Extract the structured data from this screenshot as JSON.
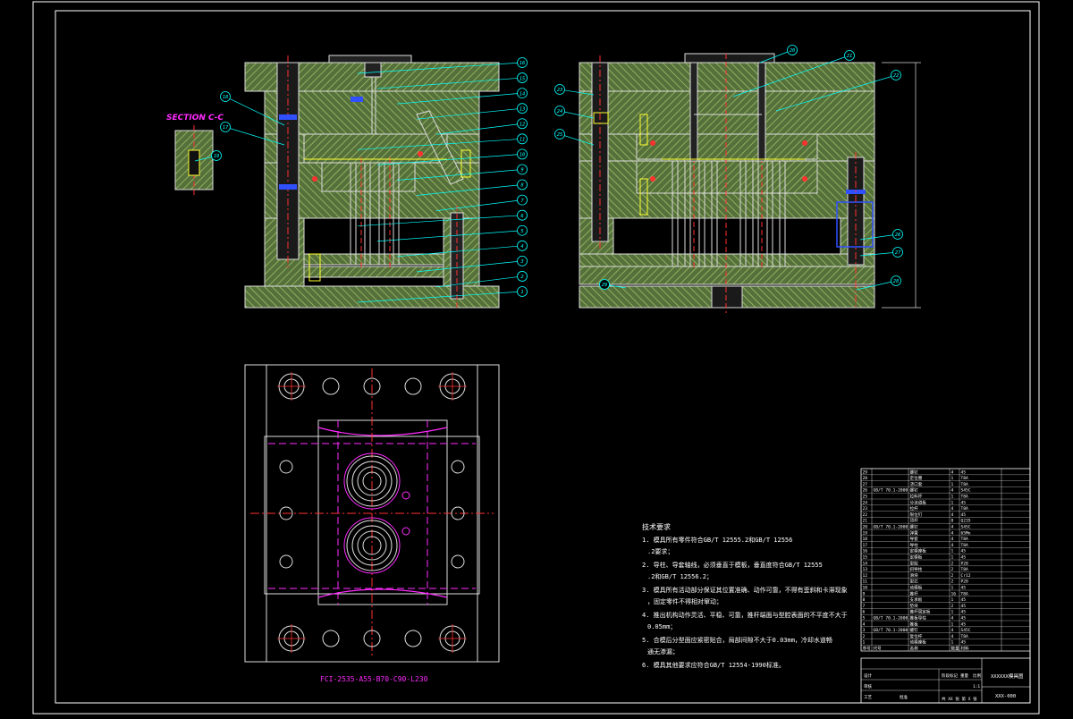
{
  "colors": {
    "background": "#000000",
    "border": "#ffffff",
    "frame": "#00ffff",
    "plate_fill": "#6f8f4a",
    "plate_line": "#d8d8d8",
    "accent_magenta": "#ff2bff",
    "accent_red": "#ff3030",
    "accent_yellow": "#ffff30",
    "accent_blue": "#3050ff",
    "text": "#ffffff"
  },
  "section_label": "SECTION C-C",
  "left_view_balloons": [
    "16",
    "15",
    "14",
    "13",
    "12",
    "11",
    "10",
    "9",
    "8",
    "7",
    "6",
    "5",
    "4",
    "3",
    "2",
    "1"
  ],
  "left_view_side_balloons": [
    "18",
    "17"
  ],
  "section_balloon": "19",
  "right_view_balloons": [
    "20",
    "21",
    "22",
    "23",
    "24",
    "25",
    "26",
    "27",
    "28",
    "29"
  ],
  "mold_base_spec": "FCI-2535-A55-B70-C90-L230",
  "notes": {
    "title": "技术要求",
    "items": [
      "1. 模具所有零件符合GB/T 12555.2和GB/T 12556.2要求；",
      "2. 导柱、导套轴线，必须垂直于模板，垂直度符合GB/T 12555.2和GB/T 12556.2；",
      "3. 模具所有活动部分保证其位置准确、动作可靠，不得有歪斜和卡滞现象，固定零件不得相对窜动；",
      "4. 推出机构动作灵活、平稳、可靠，推杆端面与型腔表面的不平度不大于0.05mm；",
      "5. 合模后分型面应紧密贴合，局部间隙不大于0.03mm，冷却水道畅通无渗漏；",
      "6. 模具其他要求应符合GB/T 12554-1990标准。"
    ]
  },
  "bom_rows": [
    {
      "no": "29",
      "std": "",
      "name": "螺钉",
      "qty": "4",
      "mat": "45"
    },
    {
      "no": "28",
      "std": "",
      "name": "定位圈",
      "qty": "1",
      "mat": "T8A"
    },
    {
      "no": "27",
      "std": "",
      "name": "浇口套",
      "qty": "1",
      "mat": "T8A"
    },
    {
      "no": "26",
      "std": "GB/T 70.1-2000",
      "name": "螺钉",
      "qty": "4",
      "mat": "S45C"
    },
    {
      "no": "25",
      "std": "",
      "name": "拉料杆",
      "qty": "1",
      "mat": "T8A"
    },
    {
      "no": "24",
      "std": "",
      "name": "分流道板",
      "qty": "1",
      "mat": "45"
    },
    {
      "no": "23",
      "std": "",
      "name": "拉杆",
      "qty": "4",
      "mat": "T8A"
    },
    {
      "no": "22",
      "std": "",
      "name": "限位钉",
      "qty": "4",
      "mat": "45"
    },
    {
      "no": "21",
      "std": "",
      "name": "顶杆",
      "qty": "8",
      "mat": "Q235"
    },
    {
      "no": "20",
      "std": "GB/T 70.1-2000",
      "name": "螺钉",
      "qty": "4",
      "mat": "S45C"
    },
    {
      "no": "19",
      "std": "",
      "name": "弹簧",
      "qty": "4",
      "mat": "65Mn"
    },
    {
      "no": "18",
      "std": "",
      "name": "导套",
      "qty": "4",
      "mat": "T8A"
    },
    {
      "no": "17",
      "std": "",
      "name": "导柱",
      "qty": "4",
      "mat": "T8A"
    },
    {
      "no": "16",
      "std": "",
      "name": "定模座板",
      "qty": "1",
      "mat": "45"
    },
    {
      "no": "15",
      "std": "",
      "name": "定模板",
      "qty": "1",
      "mat": "45"
    },
    {
      "no": "14",
      "std": "",
      "name": "型腔",
      "qty": "2",
      "mat": "P20"
    },
    {
      "no": "13",
      "std": "",
      "name": "斜导柱",
      "qty": "2",
      "mat": "T8A"
    },
    {
      "no": "12",
      "std": "",
      "name": "滑块",
      "qty": "2",
      "mat": "Cr12"
    },
    {
      "no": "11",
      "std": "",
      "name": "型芯",
      "qty": "2",
      "mat": "P20"
    },
    {
      "no": "10",
      "std": "",
      "name": "动模板",
      "qty": "1",
      "mat": "45"
    },
    {
      "no": "9",
      "std": "",
      "name": "推杆",
      "qty": "16",
      "mat": "T8A"
    },
    {
      "no": "8",
      "std": "",
      "name": "支承板",
      "qty": "1",
      "mat": "45"
    },
    {
      "no": "7",
      "std": "",
      "name": "垫块",
      "qty": "2",
      "mat": "45"
    },
    {
      "no": "6",
      "std": "",
      "name": "推杆固定板",
      "qty": "1",
      "mat": "45"
    },
    {
      "no": "5",
      "std": "GB/T 70.1-2000",
      "name": "推板导柱",
      "qty": "4",
      "mat": "45"
    },
    {
      "no": "4",
      "std": "",
      "name": "推板",
      "qty": "1",
      "mat": "45"
    },
    {
      "no": "3",
      "std": "GB/T 70.1-2000",
      "name": "螺钉",
      "qty": "4",
      "mat": "S45C"
    },
    {
      "no": "2",
      "std": "",
      "name": "复位杆",
      "qty": "4",
      "mat": "T8A"
    },
    {
      "no": "1",
      "std": "",
      "name": "动模座板",
      "qty": "1",
      "mat": "45"
    }
  ],
  "bom_header": {
    "no": "序号",
    "std": "代号",
    "name": "名称",
    "qty": "数量",
    "mat": "材料"
  },
  "title_block": {
    "drawing_title": "XXXXXX模具图",
    "drawing_no": "XXX-000",
    "scale": "1:1",
    "sheet": "共 XX 张 第 X 张",
    "design": "设计",
    "check": "审核",
    "process": "工艺",
    "approve": "批准",
    "stage_mark": "阶段标记",
    "weight": "重量",
    "ratio": "比例"
  }
}
